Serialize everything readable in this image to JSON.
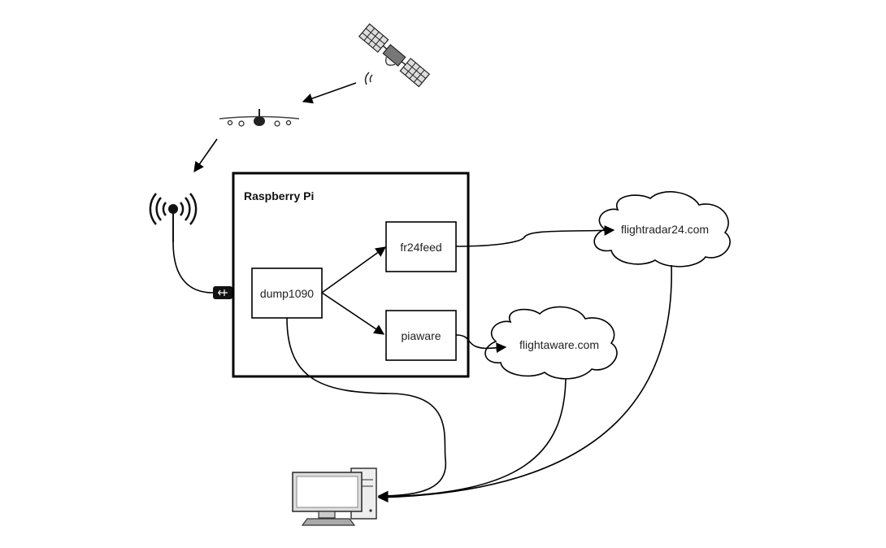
{
  "container": {
    "label": "Raspberry Pi"
  },
  "nodes": {
    "dump1090": "dump1090",
    "fr24feed": "fr24feed",
    "piaware": "piaware"
  },
  "clouds": {
    "flightradar": "flightradar24.com",
    "flightaware": "flightaware.com"
  },
  "icons": {
    "satellite": "satellite-icon",
    "airplane": "airplane-icon",
    "antenna": "antenna-icon",
    "usb": "usb-dongle-icon",
    "computer": "desktop-computer-icon"
  },
  "colors": {
    "stroke": "#000000",
    "cloudFill": "#ffffff",
    "boxFill": "#ffffff"
  }
}
